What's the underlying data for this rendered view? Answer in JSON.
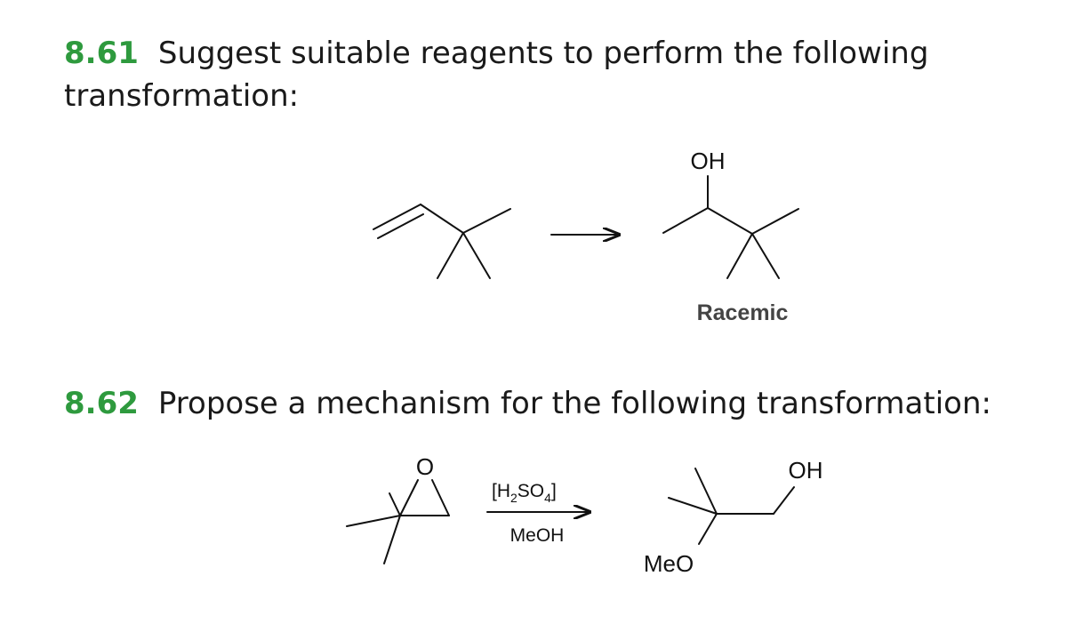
{
  "problem1": {
    "number": "8.61",
    "text": "Suggest suitable reagents to perform the following transformation:",
    "product_label": "OH",
    "stereo_note": "Racemic"
  },
  "problem2": {
    "number": "8.62",
    "text": "Propose a mechanism for the following transformation:",
    "epoxide_oxygen": "O",
    "reagent_top": "[H2SO4]",
    "reagent_bottom": "MeOH",
    "product_oh": "OH",
    "product_meo": "MeO"
  },
  "colors": {
    "number": "#2e9a3e",
    "text": "#1a1a1a",
    "note": "#444444"
  }
}
